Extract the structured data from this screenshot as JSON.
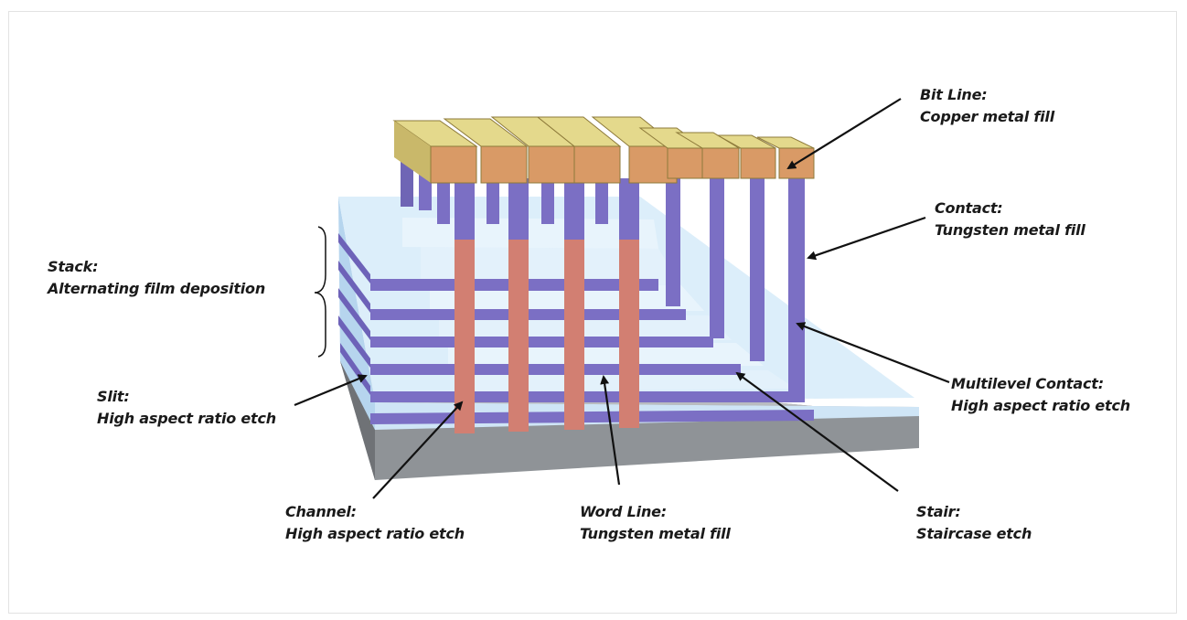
{
  "labels": {
    "bit_line": {
      "title": "Bit Line:",
      "desc": "Copper metal fill"
    },
    "contact": {
      "title": "Contact:",
      "desc": "Tungsten metal fill"
    },
    "stack": {
      "title": "Stack:",
      "desc": "Alternating film deposition"
    },
    "multilevel_contact": {
      "title": "Multilevel Contact:",
      "desc": "High aspect ratio etch"
    },
    "slit": {
      "title": "Slit:",
      "desc": "High aspect ratio etch"
    },
    "channel": {
      "title": "Channel:",
      "desc": "High aspect ratio etch"
    },
    "word_line": {
      "title": "Word Line:",
      "desc": "Tungsten metal fill"
    },
    "stair": {
      "title": "Stair:",
      "desc": "Staircase etch"
    }
  },
  "colors": {
    "substrate": "#8d9094",
    "oxide": "#d6e9f7",
    "tungsten": "#7b6fc4",
    "channel": "#d27f72",
    "copper": "#d99a66",
    "bitline_top": "#e4d98c"
  }
}
